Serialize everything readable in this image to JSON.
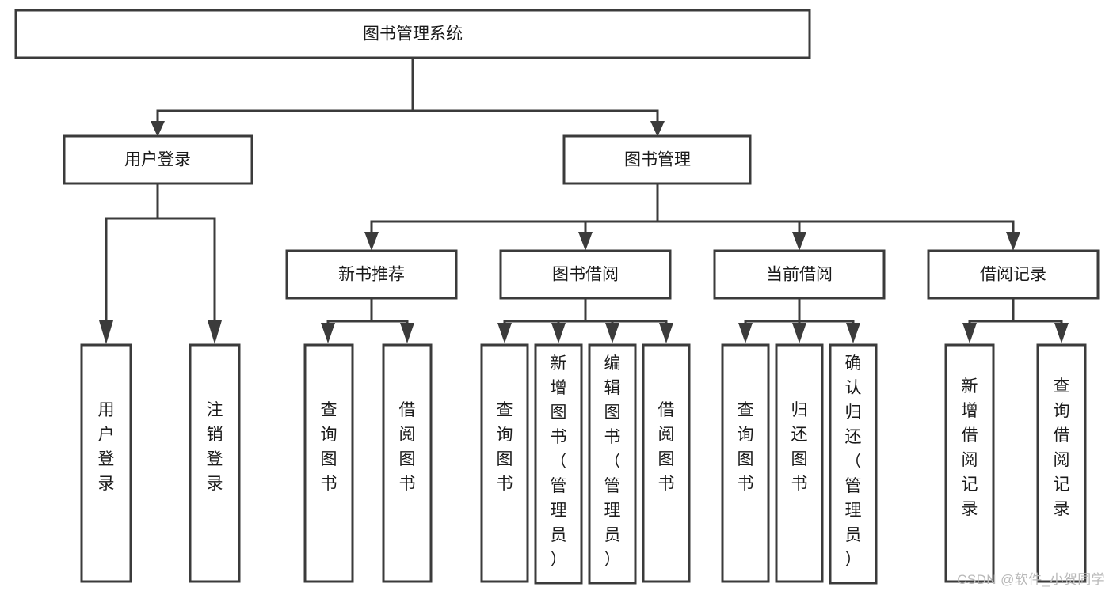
{
  "diagram": {
    "title": "图书管理系统",
    "type": "tree-hierarchy-flowchart",
    "colors": {
      "box_stroke": "#3b3b3b",
      "box_fill": "#ffffff",
      "connector": "#3b3b3b",
      "text": "#1a1a1a",
      "background": "#ffffff",
      "watermark": "#b9b9b9"
    },
    "root": {
      "id": "root",
      "label": "图书管理系统",
      "orientation": "horizontal"
    },
    "level2": [
      {
        "id": "user-login",
        "label": "用户登录",
        "orientation": "horizontal"
      },
      {
        "id": "book-management",
        "label": "图书管理",
        "orientation": "horizontal"
      }
    ],
    "level3": [
      {
        "id": "new-book-recommend",
        "label": "新书推荐",
        "orientation": "horizontal",
        "parent": "book-management"
      },
      {
        "id": "book-borrow",
        "label": "图书借阅",
        "orientation": "horizontal",
        "parent": "book-management"
      },
      {
        "id": "current-borrow",
        "label": "当前借阅",
        "orientation": "horizontal",
        "parent": "book-management"
      },
      {
        "id": "borrow-record",
        "label": "借阅记录",
        "orientation": "horizontal",
        "parent": "book-management"
      }
    ],
    "leaves": [
      {
        "id": "leaf-user-login",
        "label": "用户登录",
        "orientation": "vertical",
        "parent": "user-login"
      },
      {
        "id": "leaf-logout",
        "label": "注销登录",
        "orientation": "vertical",
        "parent": "user-login"
      },
      {
        "id": "leaf-query-book-1",
        "label": "查询图书",
        "orientation": "vertical",
        "parent": "new-book-recommend"
      },
      {
        "id": "leaf-borrow-book-1",
        "label": "借阅图书",
        "orientation": "vertical",
        "parent": "new-book-recommend"
      },
      {
        "id": "leaf-query-book-2",
        "label": "查询图书",
        "orientation": "vertical",
        "parent": "book-borrow"
      },
      {
        "id": "leaf-add-book",
        "label": "新增图书（管理员）",
        "orientation": "vertical",
        "parent": "book-borrow"
      },
      {
        "id": "leaf-edit-book",
        "label": "编辑图书（管理员）",
        "orientation": "vertical",
        "parent": "book-borrow"
      },
      {
        "id": "leaf-borrow-book-2",
        "label": "借阅图书",
        "orientation": "vertical",
        "parent": "book-borrow"
      },
      {
        "id": "leaf-query-book-3",
        "label": "查询图书",
        "orientation": "vertical",
        "parent": "current-borrow"
      },
      {
        "id": "leaf-return-book",
        "label": "归还图书",
        "orientation": "vertical",
        "parent": "current-borrow"
      },
      {
        "id": "leaf-confirm-return",
        "label": "确认归还（管理员）",
        "orientation": "vertical",
        "parent": "current-borrow"
      },
      {
        "id": "leaf-add-record",
        "label": "新增借阅记录",
        "orientation": "vertical",
        "parent": "borrow-record"
      },
      {
        "id": "leaf-query-record",
        "label": "查询借阅记录",
        "orientation": "vertical",
        "parent": "borrow-record"
      }
    ]
  },
  "watermark": {
    "text": "CSDN @软件_小贺同学"
  }
}
